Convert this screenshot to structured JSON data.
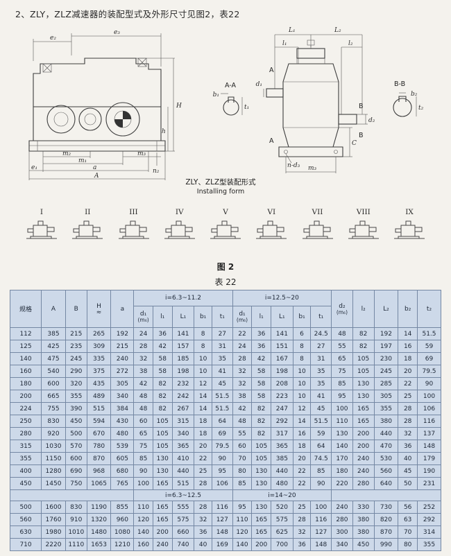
{
  "page": {
    "heading": "2、ZLY，ZLZ减速器的装配型式及外形尺寸见图2，表22",
    "fig_caption": "图 2",
    "table_caption": "表 22"
  },
  "drawing": {
    "caption_cn": "ZLY、ZLZ型装配形式",
    "caption_en": "Installing form",
    "labels": {
      "e2": "e₂",
      "e3": "e₃",
      "H": "H",
      "h": "h",
      "m1": "m₁",
      "m2": "m₂",
      "m3": "m₃",
      "e1": "e₁",
      "a": "a",
      "A": "A",
      "n2": "n₂",
      "AA": "A-A",
      "b1": "b₁",
      "t1": "t₁",
      "L1": "L₁",
      "L2": "L₂",
      "l1": "l₁",
      "l2": "l₂",
      "Amark": "A",
      "Bmark": "B",
      "d1": "d₁",
      "d2": "d₂",
      "C": "C",
      "nd3": "n-d₃",
      "BB": "B-B",
      "b2": "b₂",
      "t2": "t₂"
    }
  },
  "forms": {
    "items": [
      "I",
      "II",
      "III",
      "IV",
      "V",
      "VI",
      "VII",
      "VIII",
      "IX"
    ]
  },
  "table": {
    "headers": {
      "spec": "规格",
      "A": "A",
      "B": "B",
      "H": "H",
      "H_approx": "≈",
      "a": "a",
      "group1": "i=6.3~11.2",
      "group2": "i=12.5~20",
      "mid_group1": "i=6.3~12.5",
      "mid_group2": "i=14~20",
      "d1": "d₁",
      "m6": "(m₆)",
      "l1": "l₁",
      "L1": "L₁",
      "b1": "b₁",
      "t1": "t₁",
      "t1b": "t₁",
      "d2": "d₂",
      "l2": "l₂",
      "L2": "L₂",
      "b2": "b₂",
      "t2": "t₂"
    },
    "rows_top": [
      [
        "112",
        "385",
        "215",
        "265",
        "192",
        "24",
        "36",
        "141",
        "8",
        "27",
        "22",
        "36",
        "141",
        "6",
        "24.5",
        "48",
        "82",
        "192",
        "14",
        "51.5"
      ],
      [
        "125",
        "425",
        "235",
        "309",
        "215",
        "28",
        "42",
        "157",
        "8",
        "31",
        "24",
        "36",
        "151",
        "8",
        "27",
        "55",
        "82",
        "197",
        "16",
        "59"
      ],
      [
        "140",
        "475",
        "245",
        "335",
        "240",
        "32",
        "58",
        "185",
        "10",
        "35",
        "28",
        "42",
        "167",
        "8",
        "31",
        "65",
        "105",
        "230",
        "18",
        "69"
      ],
      [
        "160",
        "540",
        "290",
        "375",
        "272",
        "38",
        "58",
        "198",
        "10",
        "41",
        "32",
        "58",
        "198",
        "10",
        "35",
        "75",
        "105",
        "245",
        "20",
        "79.5"
      ],
      [
        "180",
        "600",
        "320",
        "435",
        "305",
        "42",
        "82",
        "232",
        "12",
        "45",
        "32",
        "58",
        "208",
        "10",
        "35",
        "85",
        "130",
        "285",
        "22",
        "90"
      ],
      [
        "200",
        "665",
        "355",
        "489",
        "340",
        "48",
        "82",
        "242",
        "14",
        "51.5",
        "38",
        "58",
        "223",
        "10",
        "41",
        "95",
        "130",
        "305",
        "25",
        "100"
      ],
      [
        "224",
        "755",
        "390",
        "515",
        "384",
        "48",
        "82",
        "267",
        "14",
        "51.5",
        "42",
        "82",
        "247",
        "12",
        "45",
        "100",
        "165",
        "355",
        "28",
        "106"
      ],
      [
        "250",
        "830",
        "450",
        "594",
        "430",
        "60",
        "105",
        "315",
        "18",
        "64",
        "48",
        "82",
        "292",
        "14",
        "51.5",
        "110",
        "165",
        "380",
        "28",
        "116"
      ],
      [
        "280",
        "920",
        "500",
        "670",
        "480",
        "65",
        "105",
        "340",
        "18",
        "69",
        "55",
        "82",
        "317",
        "16",
        "59",
        "130",
        "200",
        "440",
        "32",
        "137"
      ],
      [
        "315",
        "1030",
        "570",
        "780",
        "539",
        "75",
        "105",
        "365",
        "20",
        "79.5",
        "60",
        "105",
        "365",
        "18",
        "64",
        "140",
        "200",
        "470",
        "36",
        "148"
      ],
      [
        "355",
        "1150",
        "600",
        "870",
        "605",
        "85",
        "130",
        "410",
        "22",
        "90",
        "70",
        "105",
        "385",
        "20",
        "74.5",
        "170",
        "240",
        "530",
        "40",
        "179"
      ],
      [
        "400",
        "1280",
        "690",
        "968",
        "680",
        "90",
        "130",
        "440",
        "25",
        "95",
        "80",
        "130",
        "440",
        "22",
        "85",
        "180",
        "240",
        "560",
        "45",
        "190"
      ],
      [
        "450",
        "1450",
        "750",
        "1065",
        "765",
        "100",
        "165",
        "515",
        "28",
        "106",
        "85",
        "130",
        "480",
        "22",
        "90",
        "220",
        "280",
        "640",
        "50",
        "231"
      ]
    ],
    "rows_bottom": [
      [
        "500",
        "1600",
        "830",
        "1190",
        "855",
        "110",
        "165",
        "555",
        "28",
        "116",
        "95",
        "130",
        "520",
        "25",
        "100",
        "240",
        "330",
        "730",
        "56",
        "252"
      ],
      [
        "560",
        "1760",
        "910",
        "1320",
        "960",
        "120",
        "165",
        "575",
        "32",
        "127",
        "110",
        "165",
        "575",
        "28",
        "116",
        "280",
        "380",
        "820",
        "63",
        "292"
      ],
      [
        "630",
        "1980",
        "1010",
        "1480",
        "1080",
        "140",
        "200",
        "660",
        "36",
        "148",
        "120",
        "165",
        "625",
        "32",
        "127",
        "300",
        "380",
        "870",
        "70",
        "314"
      ],
      [
        "710",
        "2220",
        "1110",
        "1653",
        "1210",
        "160",
        "240",
        "740",
        "40",
        "169",
        "140",
        "200",
        "700",
        "36",
        "148",
        "340",
        "450",
        "990",
        "80",
        "355"
      ]
    ]
  }
}
